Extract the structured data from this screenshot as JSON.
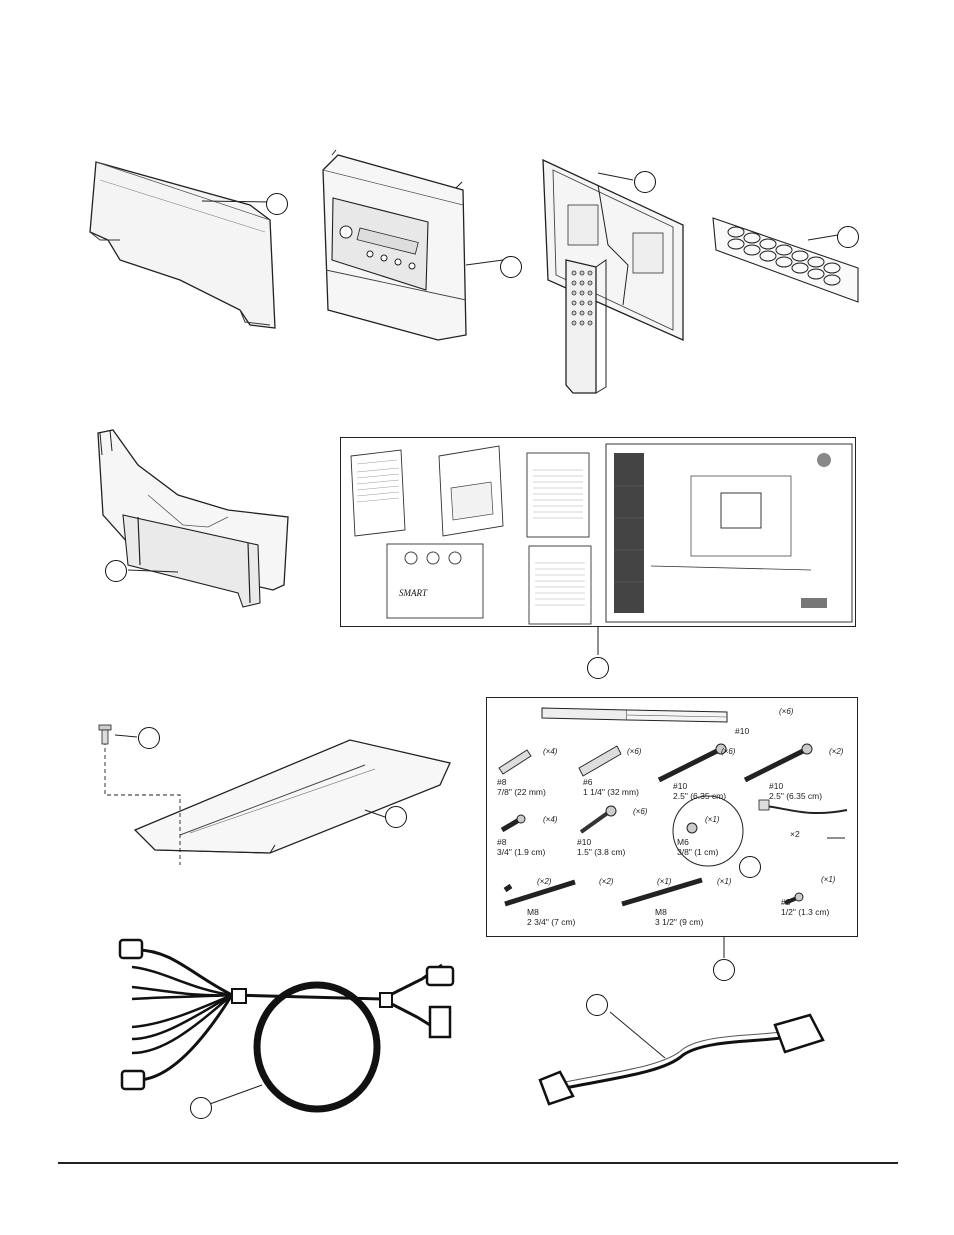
{
  "hardware": {
    "m10_long": {
      "qty": "(×6)",
      "label": "#10"
    },
    "anchor8": {
      "qty": "(×4)",
      "label": "#8\n7/8\" (22 mm)"
    },
    "anchor6": {
      "qty": "(×6)",
      "label": "#6\n1 1/4\" (32 mm)"
    },
    "screw10a": {
      "qty": "(×6)",
      "label": "#10\n2.5\" (6.35 cm)"
    },
    "screw10b": {
      "qty": "(×2)",
      "label": "#10\n2.5\" (6.35 cm)"
    },
    "screw8": {
      "qty": "(×4)",
      "label": "#8\n3/4\" (1.9 cm)"
    },
    "bolt10": {
      "qty": "(×6)",
      "label": "#10\n1.5\" (3.8 cm)"
    },
    "m6": {
      "qty": "(×1)",
      "label": "M6\n3/8\" (1 cm)"
    },
    "tie": {
      "qty": "×2"
    },
    "m8a_nut": {
      "qty": "(×2)"
    },
    "m8a": {
      "qty": "(×2)",
      "label": "M8\n2 3/4\" (7 cm)"
    },
    "m8b_nut": {
      "qty": "(×1)"
    },
    "m8b": {
      "qty": "(×1)",
      "label": "M8\n3 1/2\" (9 cm)"
    },
    "screw8s": {
      "qty": "(×1)",
      "label": "#8\n1/2\" (1.3 cm)"
    }
  },
  "docs": {
    "logo": "SMART"
  }
}
